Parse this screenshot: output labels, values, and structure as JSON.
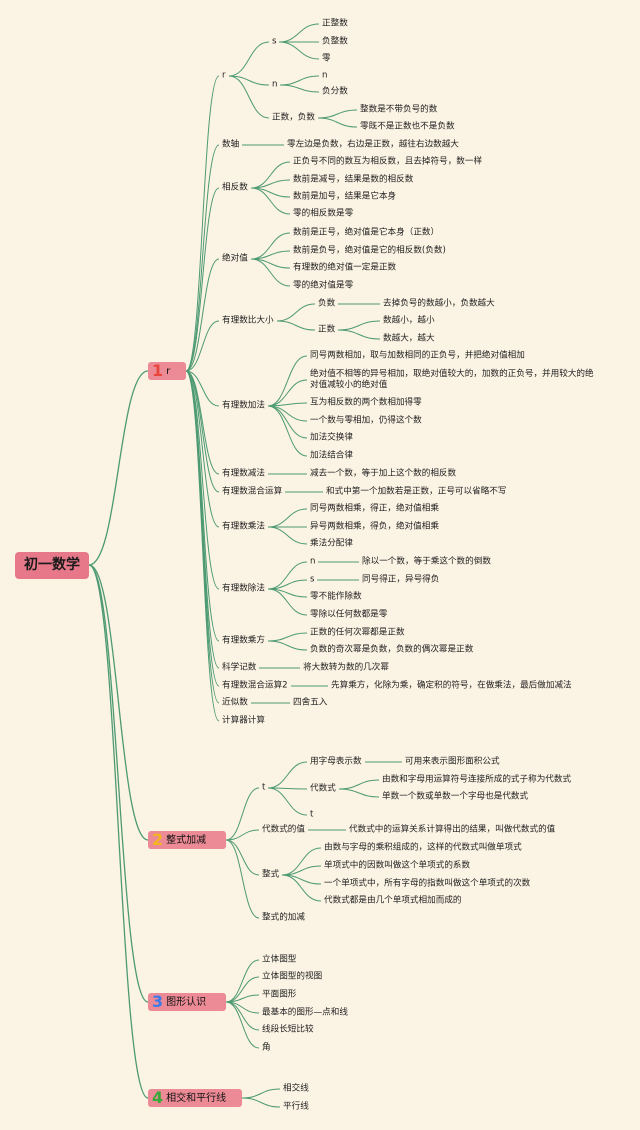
{
  "root": "初一数学",
  "categories": [
    {
      "num": "1",
      "label": "r",
      "color": "#e8453c"
    },
    {
      "num": "2",
      "label": "整式加减",
      "color": "#f2b520"
    },
    {
      "num": "3",
      "label": "图形认识",
      "color": "#3b7be8"
    },
    {
      "num": "4",
      "label": "相交和平行线",
      "color": "#38a83a"
    }
  ],
  "n": {
    "r": "r",
    "s": "s",
    "zhengzhengshu": "正整数",
    "fuzhengshu": "负整数",
    "ling": "零",
    "n1": "n",
    "n2": "n",
    "fufenshu": "负分数",
    "zhengshufushu": "正数，负数",
    "zf1": "整数是不带负号的数",
    "zf2": "零既不是正数也不是负数",
    "shuzhou": "数轴",
    "shuzhou1": "零左边是负数，右边是正数，越往右边数越大",
    "xiangfanshu": "相反数",
    "xf1": "正负号不同的数互为相反数，且去掉符号，数一样",
    "xf2": "数前是减号，结果是数的相反数",
    "xf3": "数前是加号，结果是它本身",
    "xf4": "零的相反数是零",
    "jueduizhi": "绝对值",
    "jd1": "数前是正号，绝对值是它本身（正数）",
    "jd2": "数前是负号，绝对值是它的相反数(负数)",
    "jd3": "有理数的绝对值一定是正数",
    "jd4": "零的绝对值是零",
    "bidaxiao": "有理数比大小",
    "fushu": "负数",
    "fushu1": "去掉负号的数越小，负数越大",
    "zhengshu": "正数",
    "zs1": "数越小，越小",
    "zs2": "数越大，越大",
    "jiafa": "有理数加法",
    "jf1": "同号两数相加，取与加数相同的正负号，并把绝对值相加",
    "jf2": "绝对值不相等的异号相加，取绝对值较大的，加数的正负号，并用较大的绝对值减较小的绝对值",
    "jf3": "互为相反数的两个数相加得零",
    "jf4": "一个数与零相加，仍得这个数",
    "jf5": "加法交换律",
    "jf6": "加法结合律",
    "jianfa": "有理数减法",
    "jianfa1": "减去一个数，等于加上这个数的相反数",
    "hunhe": "有理数混合运算",
    "hunhe1": "和式中第一个加数若是正数，正号可以省略不写",
    "chengfa": "有理数乘法",
    "cf1": "同号两数相乘，得正，绝对值相乘",
    "cf2": "异号两数相乘，得负，绝对值相乘",
    "cf3": "乘法分配律",
    "chufa": "有理数除法",
    "n3": "n",
    "chu1": "除以一个数，等于乘这个数的倒数",
    "s2": "s",
    "chu2": "同号得正，异号得负",
    "chu3": "零不能作除数",
    "chu4": "零除以任何数都是零",
    "chengfang": "有理数乘方",
    "cfang1": "正数的任何次幂都是正数",
    "cfang2": "负数的奇次幂是负数，负数的偶次幂是正数",
    "kexue": "科学记数",
    "kexue1": "将大数转为数的几次幂",
    "hunhe2": "有理数混合运算2",
    "hunhe2a": "先算乘方，化除为乘，确定积的符号，在做乘法，最后做加减法",
    "jinsi": "近似数",
    "jinsi1": "四舍五入",
    "jisuanqi": "计算器计算",
    "t1": "t",
    "zimu": "用字母表示数",
    "zimu1": "可用来表示图形面积公式",
    "daishushi": "代数式",
    "dss1": "由数和字母用运算符号连接所成的式子称为代数式",
    "dss2": "单数一个数或单数一个字母也是代数式",
    "t2": "t",
    "zhi": "代数式的值",
    "zhi1": "代数式中的运算关系计算得出的结果，叫做代数式的值",
    "zhengshi": "整式",
    "zsh1": "由数与字母的乘积组成的，这样的代数式叫做单项式",
    "zsh2": "单项式中的因数叫做这个单项式的系数",
    "zsh3": "一个单项式中，所有字母的指数叫做这个单项式的次数",
    "zsh4": "代数式都是由几个单项式相加而成的",
    "jiajian": "整式的加减",
    "tx1": "立体图型",
    "tx2": "立体图型的视图",
    "tx3": "平面图形",
    "tx4": "最基本的图形—点和线",
    "tx5": "线段长短比较",
    "tx6": "角",
    "xj": "相交线",
    "px": "平行线"
  }
}
